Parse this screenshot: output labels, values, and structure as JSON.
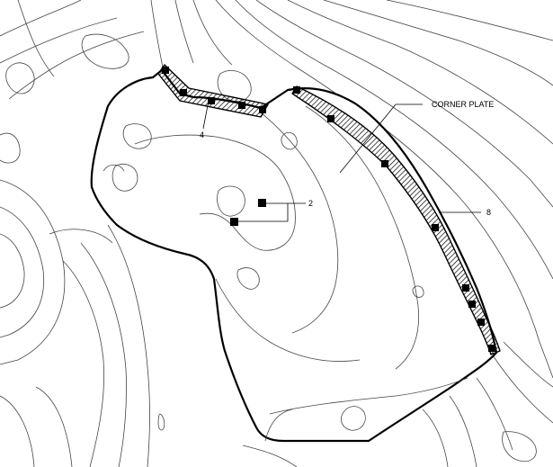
{
  "diagram": {
    "labels": {
      "corner_plate": "CORNER PLATE",
      "weld_top": "4",
      "weld_center": "2",
      "weld_edge": "8"
    },
    "colors": {
      "line": "#000000",
      "background": "#ffffff"
    }
  }
}
